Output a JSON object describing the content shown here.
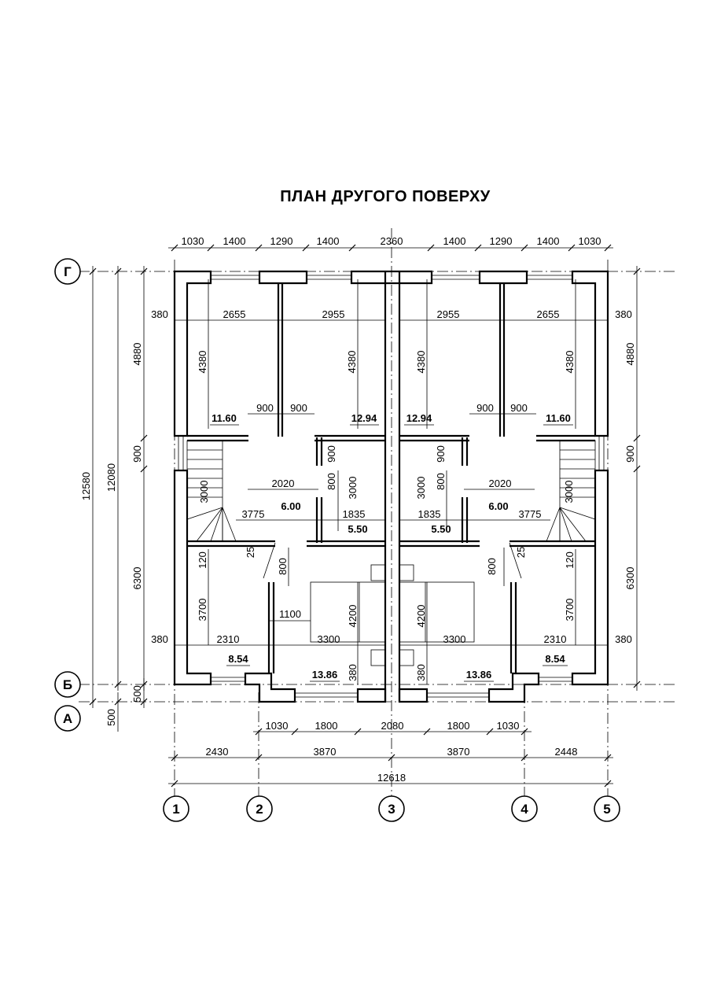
{
  "title": "ПЛАН ДРУГОГО ПОВЕРХУ",
  "dims_top": [
    "1030",
    "1400",
    "1290",
    "1400",
    "2360",
    "1400",
    "1290",
    "1400",
    "1030"
  ],
  "dims_inner_top": [
    "380",
    "2655",
    "2955",
    "2955",
    "2655",
    "380"
  ],
  "dims_door": [
    "900",
    "900",
    "900",
    "900"
  ],
  "dims_hall": [
    "2020",
    "2020",
    "1835",
    "1835",
    "3775",
    "3775"
  ],
  "dims_bottom_inner": [
    "380",
    "2310",
    "3300",
    "3300",
    "2310",
    "380",
    "1100"
  ],
  "dims_bottom1": [
    "1030",
    "1800",
    "2080",
    "1800",
    "1030"
  ],
  "dims_bottom2": [
    "2430",
    "3870",
    "3870",
    "2448"
  ],
  "dims_total_bottom": "12618",
  "dims_left": [
    "4880",
    "900",
    "6300",
    "12080",
    "12580",
    "500",
    "500"
  ],
  "dims_right": [
    "4880",
    "900",
    "6300"
  ],
  "dims_vertical_inner": [
    "4380",
    "4380",
    "4380",
    "4380",
    "3000",
    "3000",
    "3000",
    "3000",
    "900",
    "900",
    "800",
    "800",
    "800",
    "800",
    "120",
    "120",
    "3700",
    "3700",
    "4200",
    "4200",
    "380",
    "380",
    "25",
    "25"
  ],
  "areas": [
    "11.60",
    "12.94",
    "12.94",
    "11.60",
    "6.00",
    "6.00",
    "5.50",
    "5.50",
    "8.54",
    "8.54",
    "13.86",
    "13.86"
  ],
  "axes_rows": [
    "Г",
    "Б",
    "А"
  ],
  "axes_cols": [
    "1",
    "2",
    "3",
    "4",
    "5"
  ]
}
